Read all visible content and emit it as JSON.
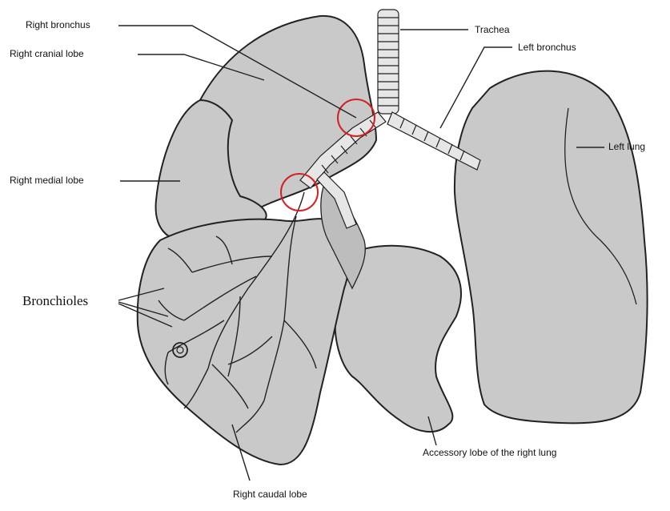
{
  "labels": {
    "right_bronchus": "Right bronchus",
    "right_cranial_lobe": "Right cranial lobe",
    "right_medial_lobe": "Right medial lobe",
    "bronchioles": "Bronchioles",
    "trachea": "Trachea",
    "left_bronchus": "Left bronchus",
    "left_lung": "Left lung",
    "accessory_lobe": "Accessory lobe of the right lung",
    "right_caudal_lobe": "Right caudal lobe"
  },
  "colors": {
    "lung_fill": "#c9c9c9",
    "outline": "#222222",
    "highlight_circle": "#d42020"
  }
}
